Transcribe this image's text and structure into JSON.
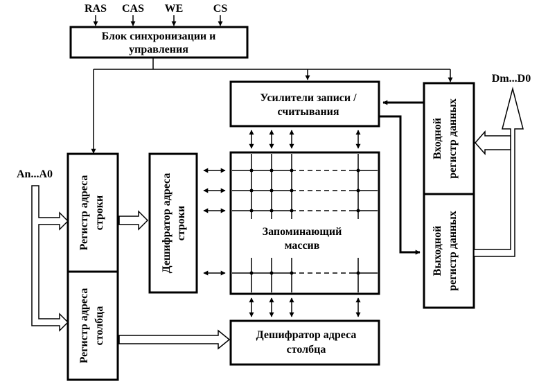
{
  "signals": {
    "ras": "RAS",
    "cas": "CAS",
    "we": "WE",
    "cs": "CS",
    "address": "An...A0",
    "data": "Dm...D0"
  },
  "blocks": {
    "sync_line1": "Блок синхронизации и",
    "sync_line2": "управления",
    "amp_line1": "Усилители записи /",
    "amp_line2": "считывания",
    "in_reg_line1": "Входной",
    "in_reg_line2": "регистр данных",
    "out_reg_line1": "Выходной",
    "out_reg_line2": "регистр данных",
    "row_reg_line1": "Регистр адреса",
    "row_reg_line2": "строки",
    "col_reg_line1": "Регистр адреса",
    "col_reg_line2": "столбца",
    "row_dec_line1": "Дешифратор адреса",
    "row_dec_line2": "строки",
    "array_line1": "Запоминающий",
    "array_line2": "массив",
    "col_dec_line1": "Дешифратор адреса",
    "col_dec_line2": "столбца"
  }
}
